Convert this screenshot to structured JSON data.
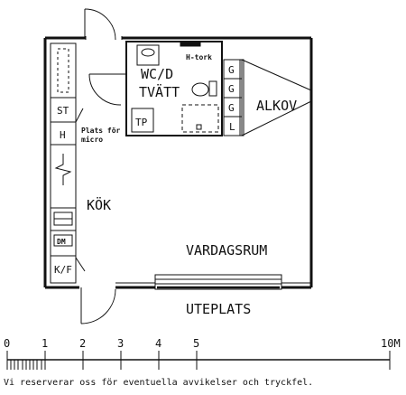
{
  "rooms": {
    "wc": "WC/D",
    "tvatt": "TVÄTT",
    "alkov": "ALKOV",
    "kok": "KÖK",
    "vardagsrum": "VARDAGSRUM",
    "uteplats": "UTEPLATS"
  },
  "fixtures": {
    "htork": "H-tork",
    "tp": "TP",
    "st": "ST",
    "h": "H",
    "micro_line1": "Plats för",
    "micro_line2": "micro",
    "kf": "K/F",
    "dm": "DM",
    "wardrobes": [
      "G",
      "G",
      "G",
      "L"
    ]
  },
  "scale": {
    "labels": [
      "0",
      "1",
      "2",
      "3",
      "4",
      "5",
      "10M"
    ]
  },
  "disclaimer": "Vi reserverar oss för eventuella avvikelser och tryckfel."
}
